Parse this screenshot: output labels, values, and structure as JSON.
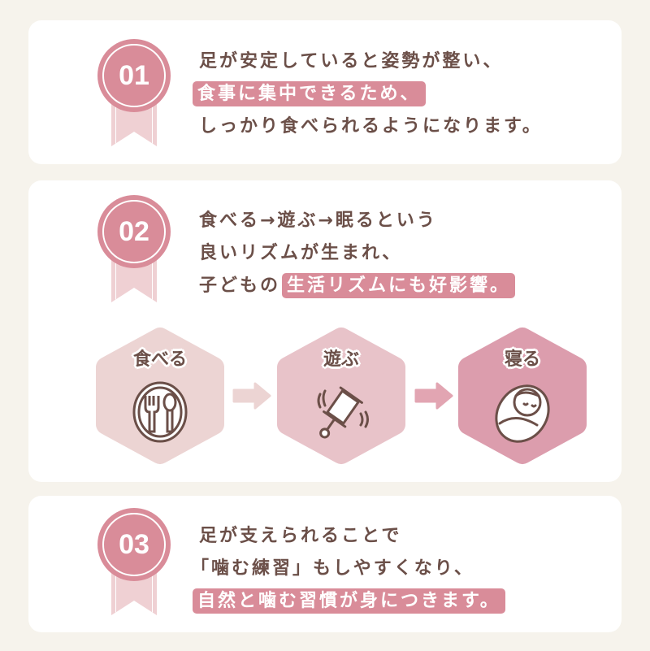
{
  "sections": [
    {
      "number": "01",
      "lines": [
        {
          "text": "足が安定していると姿勢が整い、",
          "highlight": ""
        },
        {
          "text": "",
          "highlight": "食事に集中できるため、"
        },
        {
          "text": "しっかり食べられるようになります。",
          "highlight": ""
        }
      ]
    },
    {
      "number": "02",
      "lines": [
        {
          "text": "食べる→遊ぶ→眠るという",
          "highlight": ""
        },
        {
          "text": "良いリズムが生まれ、",
          "highlight": ""
        },
        {
          "text": "子どもの",
          "highlight": "生活リズムにも好影響。"
        }
      ]
    },
    {
      "number": "03",
      "lines": [
        {
          "text": "足が支えられることで",
          "highlight": ""
        },
        {
          "text": "「噛む練習」もしやすくなり、",
          "highlight": ""
        },
        {
          "text": "",
          "highlight": "自然と噛む習慣が身につきます。"
        }
      ]
    }
  ],
  "flow": [
    {
      "label": "食べる",
      "icon": "plate-fork-spoon-icon",
      "color": "#ecd4d3"
    },
    {
      "label": "遊ぶ",
      "icon": "rattle-icon",
      "color": "#e8c3c9"
    },
    {
      "label": "寝る",
      "icon": "sleeping-baby-icon",
      "color": "#dc9dad"
    }
  ],
  "colors": {
    "accent": "#d98c99",
    "text": "#6b4f48",
    "background": "#f6f3ec"
  }
}
